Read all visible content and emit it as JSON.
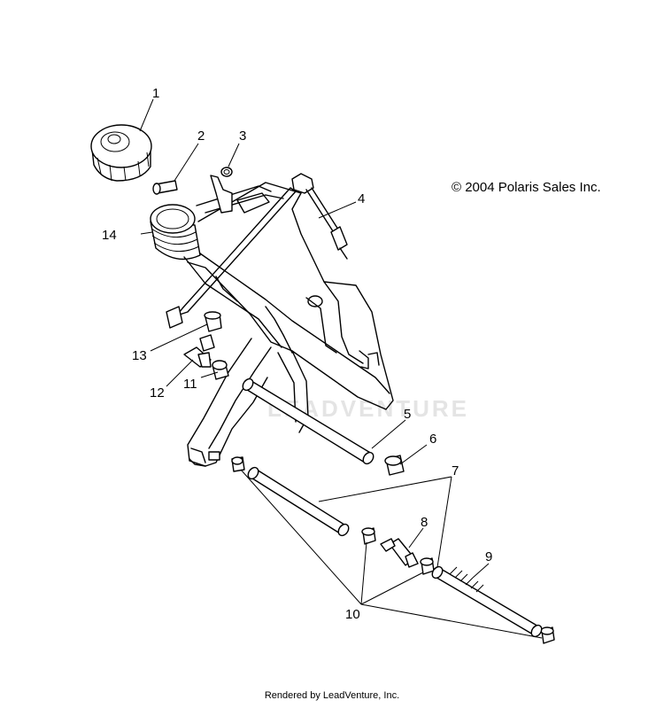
{
  "copyright": "© 2004 Polaris Sales Inc.",
  "footer": "Rendered by LeadVenture, Inc.",
  "watermark": "LEADVENTURE",
  "callouts": [
    "1",
    "2",
    "3",
    "4",
    "5",
    "6",
    "7",
    "8",
    "9",
    "10",
    "11",
    "12",
    "13",
    "14"
  ]
}
